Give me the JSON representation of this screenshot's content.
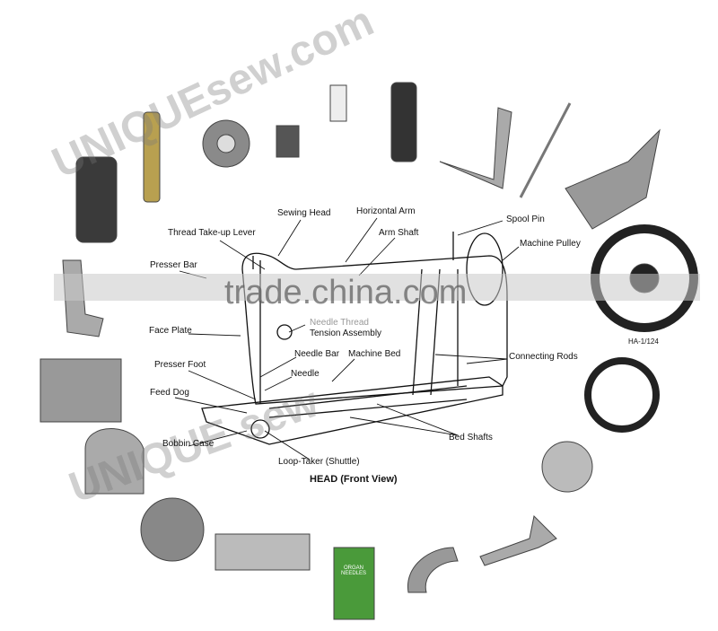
{
  "diagram": {
    "title": "HEAD (Front View)",
    "labels": {
      "sewing_head": "Sewing Head",
      "horizontal_arm": "Horizontal Arm",
      "thread_takeup_lever": "Thread Take-up Lever",
      "arm_shaft": "Arm Shaft",
      "spool_pin": "Spool Pin",
      "machine_pulley": "Machine Pulley",
      "presser_bar": "Presser Bar",
      "face_plate": "Face Plate",
      "needle_thread": "Needle Thread",
      "tension_assembly": "Tension Assembly",
      "needle_bar": "Needle Bar",
      "machine_bed": "Machine Bed",
      "presser_foot": "Presser Foot",
      "needle": "Needle",
      "connecting_rods": "Connecting Rods",
      "feed_dog": "Feed Dog",
      "bed_shafts": "Bed Shafts",
      "bobbin_case": "Bobbin Case",
      "loop_taker": "Loop-Taker (Shuttle)"
    },
    "part_code": "HA-1/124",
    "needle_pack": "ORGAN NEEDLES"
  },
  "watermarks": {
    "top": "UNIQUEsew.com",
    "center": "trade.china.com",
    "bottom": "UNIQUE sew"
  },
  "colors": {
    "line": "#111111",
    "part": "#8a8a8a",
    "needle_pack": "#4a9a3a"
  }
}
